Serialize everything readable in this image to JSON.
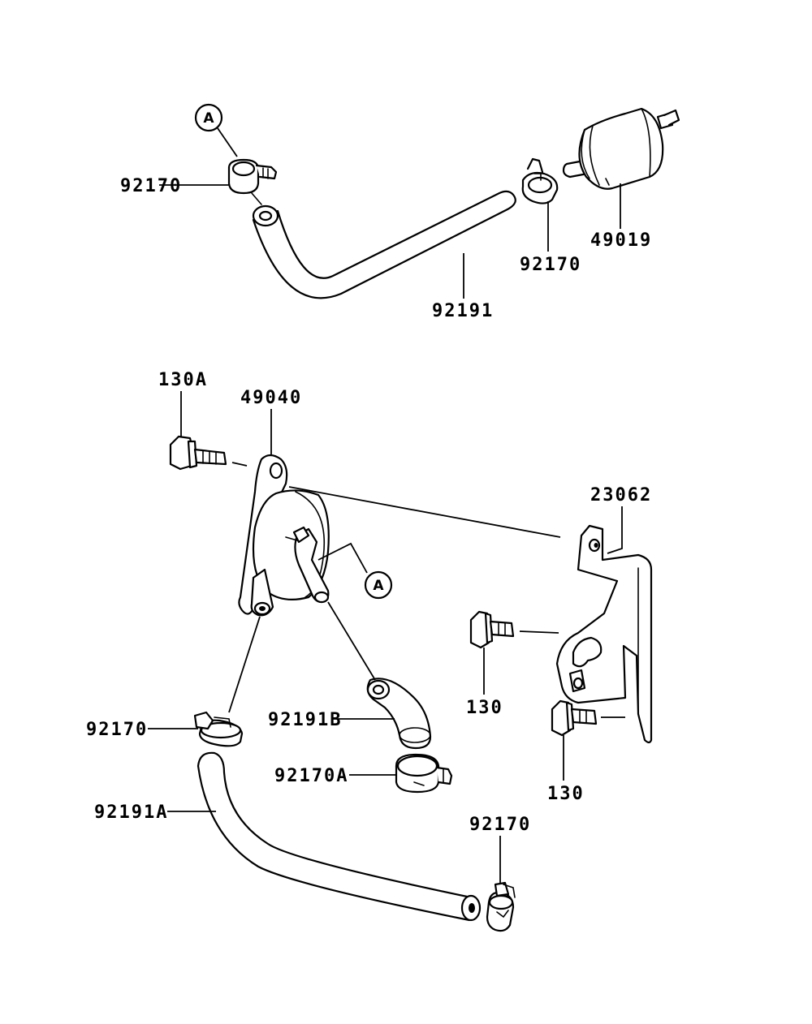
{
  "labels": {
    "top_clamp_left": "92170",
    "top_hose": "92191",
    "top_clamp_right": "92170",
    "fuel_filter": "49019",
    "bolt_130a": "130A",
    "fuel_pump": "49040",
    "bracket": "23062",
    "bolt_130_upper": "130",
    "bolt_130_lower": "130",
    "clamp_left_lower": "92170",
    "hose_b": "92191B",
    "clamp_a": "92170A",
    "hose_a": "92191A",
    "clamp_bottom_right": "92170"
  },
  "callouts": {
    "top": "A",
    "pump": "A"
  }
}
